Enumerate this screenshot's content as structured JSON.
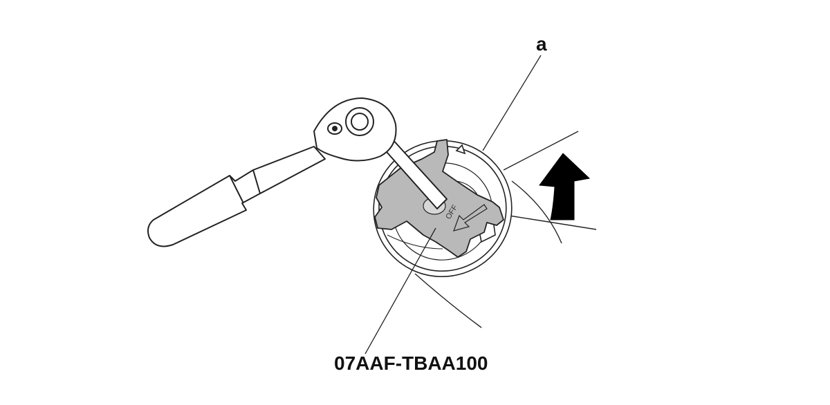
{
  "callouts": {
    "part_a": "a",
    "tool_number": "07AAF-TBAA100"
  },
  "embossed_text": {
    "cap_direction": "OFF"
  },
  "colors": {
    "line": "#222222",
    "tool_fill": "#b9b9b9",
    "wrench_fill": "#ffffff",
    "arrow_fill": "#000000",
    "background": "#ffffff"
  },
  "icons": {
    "rotation_arrow": "curved-arrow-up-icon"
  }
}
